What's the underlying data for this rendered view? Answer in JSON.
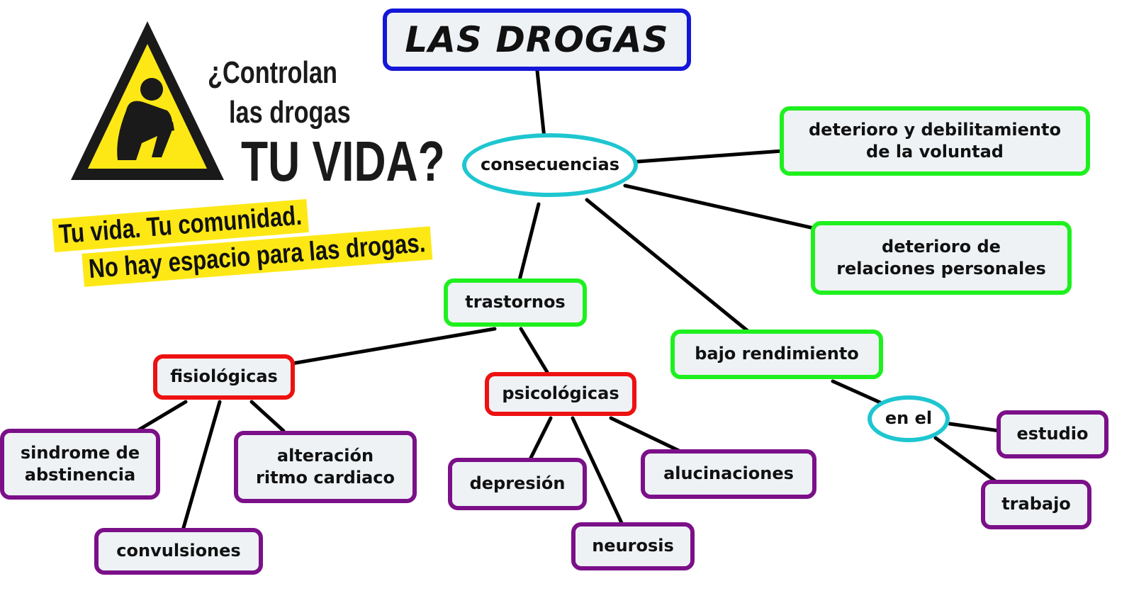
{
  "poster": {
    "question_line1": "¿Controlan",
    "question_line2": "las drogas",
    "question_line3": "TU VIDA?",
    "slogan_line1": "Tu vida. Tu comunidad.",
    "slogan_line2": "No hay espacio para las drogas."
  },
  "diagram": {
    "title": "LAS DROGAS",
    "consecuencias": "consecuencias",
    "deterioro_voluntad_1": "deterioro y debilitamiento",
    "deterioro_voluntad_2": "de la voluntad",
    "deterioro_relaciones_1": "deterioro de",
    "deterioro_relaciones_2": "relaciones personales",
    "trastornos": "trastornos",
    "bajo_rendimiento": "bajo rendimiento",
    "fisiologicas": "fisiológicas",
    "psicologicas": "psicológicas",
    "en_el": "en el",
    "sindrome_1": "sindrome de",
    "sindrome_2": "abstinencia",
    "alteracion_1": "alteración",
    "alteracion_2": "ritmo cardiaco",
    "convulsiones": "convulsiones",
    "depresion": "depresión",
    "alucinaciones": "alucinaciones",
    "neurosis": "neurosis",
    "estudio": "estudio",
    "trabajo": "trabajo"
  },
  "colors": {
    "title_border": "#1417d8",
    "level1_border": "#1ef01e",
    "level2_border": "#ee1111",
    "leaf_border": "#7b1089",
    "connector_border": "#1ec6d0",
    "warning_yellow": "#fde816"
  }
}
